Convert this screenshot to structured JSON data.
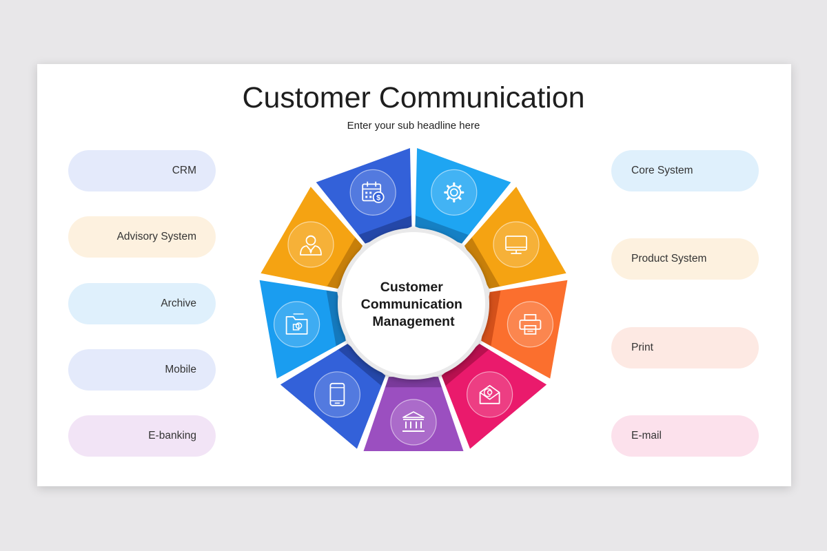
{
  "title": "Customer Communication",
  "subtitle": "Enter your sub headline here",
  "center_label": [
    "Customer",
    "Communication",
    "Management"
  ],
  "left_items": [
    {
      "label": "CRM",
      "bg": "#e4eafb"
    },
    {
      "label": "Advisory System",
      "bg": "#fdf1df"
    },
    {
      "label": "Archive",
      "bg": "#dff0fc"
    },
    {
      "label": "Mobile",
      "bg": "#e4eafb"
    },
    {
      "label": "E-banking",
      "bg": "#f2e4f6"
    }
  ],
  "right_items": [
    {
      "label": "Core System",
      "bg": "#dff0fc"
    },
    {
      "label": "Product System",
      "bg": "#fdf1df"
    },
    {
      "label": "Print",
      "bg": "#fde9e3"
    },
    {
      "label": "E-mail",
      "bg": "#fce1ec"
    }
  ],
  "segments": [
    {
      "icon": "gear-icon",
      "color": "#1ea5f2",
      "dark": "#1580c4"
    },
    {
      "icon": "monitor-icon",
      "color": "#f5a312",
      "dark": "#c77f0a"
    },
    {
      "icon": "printer-icon",
      "color": "#fb6f2e",
      "dark": "#d4501a"
    },
    {
      "icon": "email-icon",
      "color": "#ea1a6c",
      "dark": "#b8104f"
    },
    {
      "icon": "bank-icon",
      "color": "#9b4fc0",
      "dark": "#7a3a9b"
    },
    {
      "icon": "mobile-icon",
      "color": "#3361d9",
      "dark": "#2447a8"
    },
    {
      "icon": "folder-icon",
      "color": "#1a9df0",
      "dark": "#1479bd"
    },
    {
      "icon": "user-icon",
      "color": "#f5a312",
      "dark": "#c77f0a"
    },
    {
      "icon": "calendar-dollar-icon",
      "color": "#3361d9",
      "dark": "#2447a8"
    }
  ]
}
